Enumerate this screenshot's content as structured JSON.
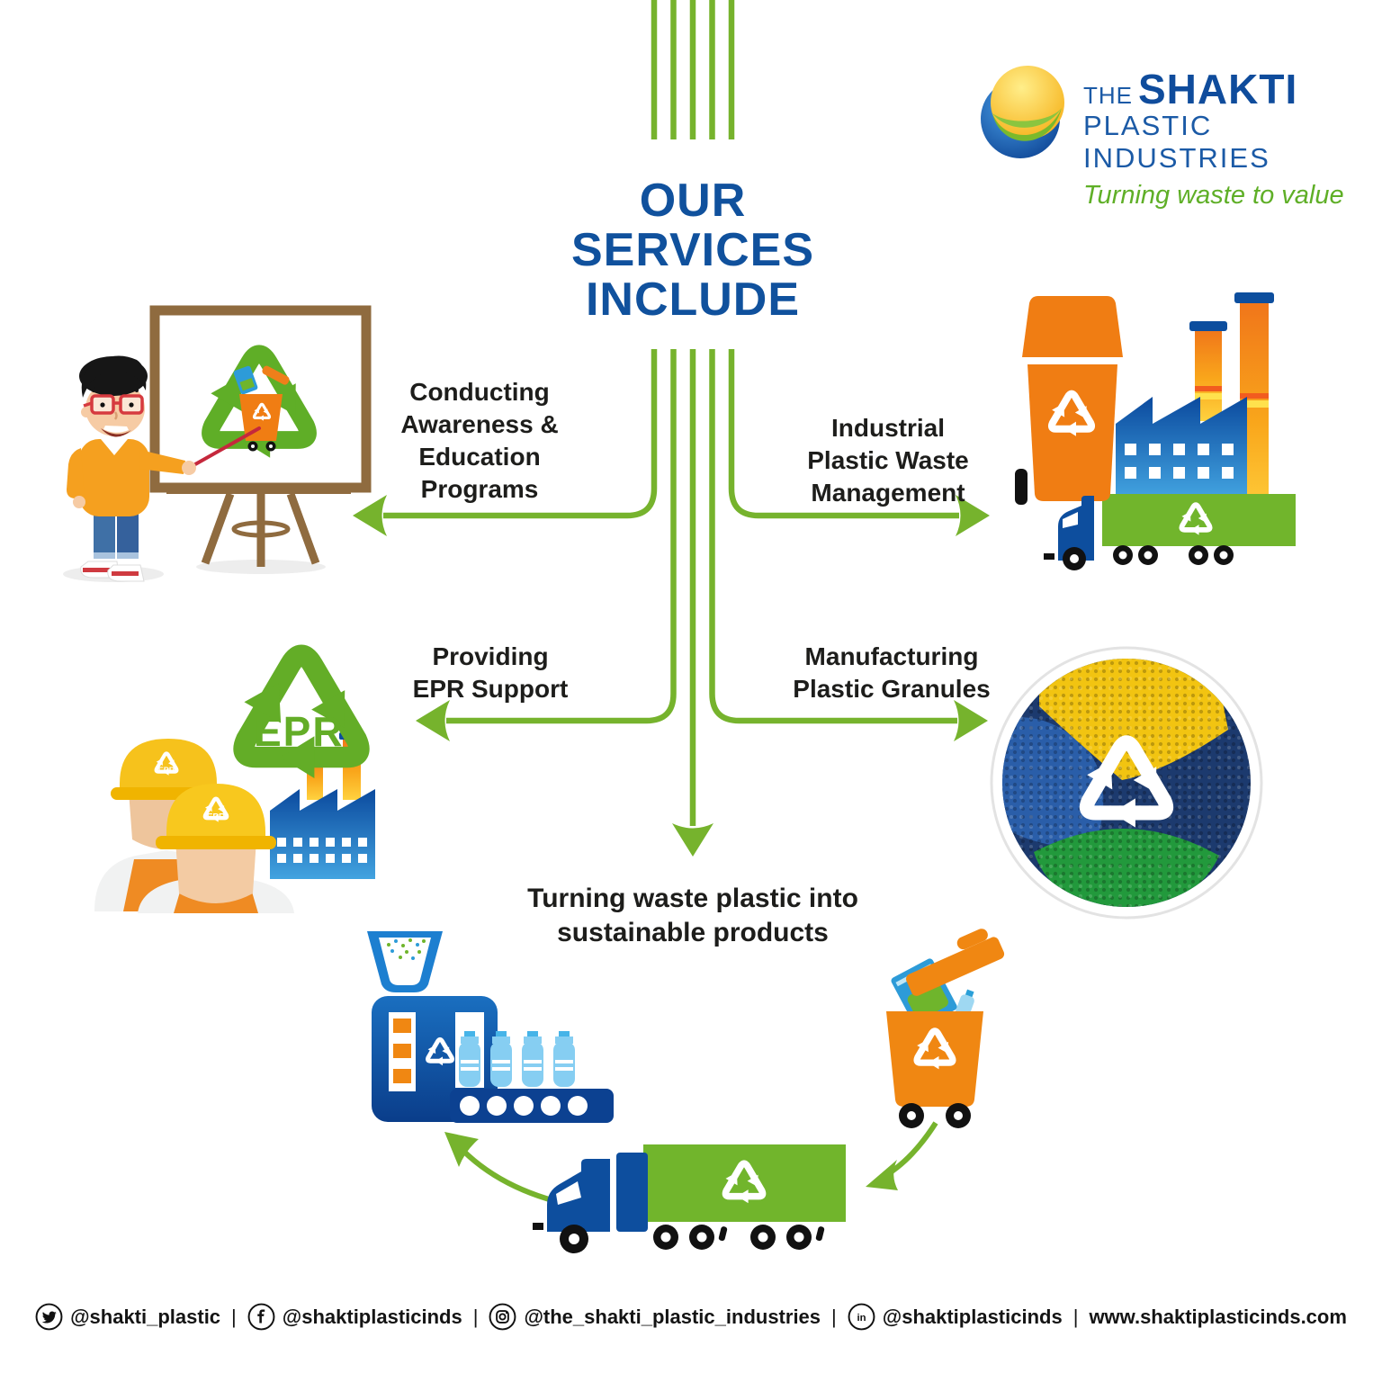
{
  "brand": {
    "the": "THE",
    "name": "SHAKTI",
    "subtitle": "PLASTIC INDUSTRIES",
    "tagline": "Turning waste to value"
  },
  "title": "OUR\nSERVICES\nINCLUDE",
  "services": [
    {
      "id": "awareness-education",
      "label": "Conducting\nAwareness &\nEducation\nPrograms"
    },
    {
      "id": "industrial-waste-management",
      "label": "Industrial\nPlastic Waste\nManagement"
    },
    {
      "id": "epr-support",
      "label": "Providing\nEPR Support"
    },
    {
      "id": "plastic-granules",
      "label": "Manufacturing\nPlastic Granules"
    },
    {
      "id": "sustainable-products",
      "label": "Turning waste plastic into\nsustainable products"
    }
  ],
  "epr_badge": "EPR",
  "footer": {
    "separator": "|",
    "items": [
      {
        "icon": "twitter-icon",
        "handle": "@shakti_plastic"
      },
      {
        "icon": "facebook-icon",
        "handle": "@shaktiplasticinds"
      },
      {
        "icon": "instagram-icon",
        "handle": "@the_shakti_plastic_industries"
      },
      {
        "icon": "linkedin-icon",
        "handle": "@shaktiplasticinds"
      },
      {
        "icon": "",
        "handle": "www.shaktiplasticinds.com"
      }
    ]
  },
  "colors": {
    "brand_blue": "#10519d",
    "brand_green": "#76b32d",
    "accent_orange": "#f07d16",
    "navy": "#0d4e9e",
    "text_dark": "#1d1d1b",
    "tagline_green": "#5faf27"
  }
}
